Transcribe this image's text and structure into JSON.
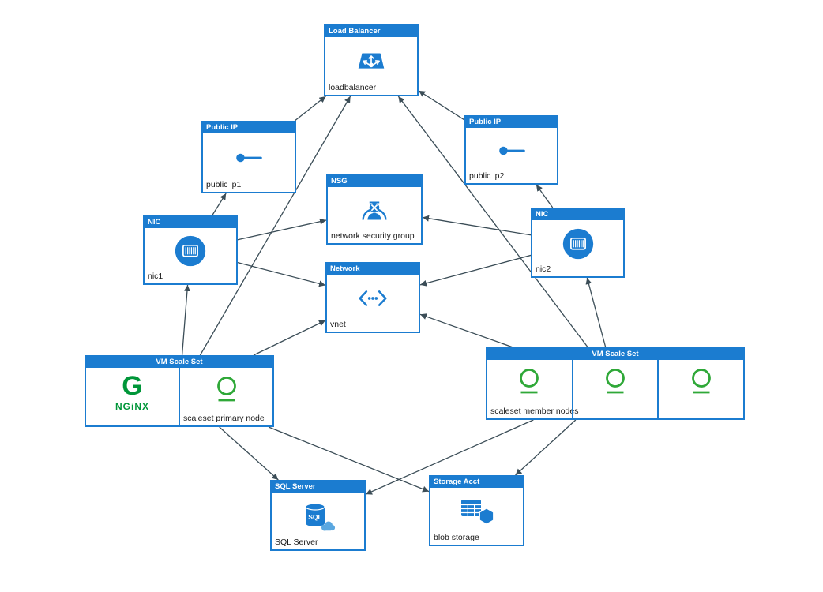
{
  "diagram": {
    "colors": {
      "accent": "#1b7cd0",
      "vm_green": "#2fa838",
      "nginx_green": "#009639",
      "edge": "#3b4d57"
    },
    "nodes": [
      {
        "id": "loadbalancer",
        "type": "Load Balancer",
        "label": "loadbalancer",
        "icon": "load-balancer-icon"
      },
      {
        "id": "publicip1",
        "type": "Public IP",
        "label": "public ip1",
        "icon": "public-ip-icon"
      },
      {
        "id": "publicip2",
        "type": "Public IP",
        "label": "public ip2",
        "icon": "public-ip-icon"
      },
      {
        "id": "nsg",
        "type": "NSG",
        "label": "network security group",
        "icon": "security-person-icon"
      },
      {
        "id": "nic1",
        "type": "NIC",
        "label": "nic1",
        "icon": "nic-icon"
      },
      {
        "id": "nic2",
        "type": "NIC",
        "label": "nic2",
        "icon": "nic-icon"
      },
      {
        "id": "vnet",
        "type": "Network",
        "label": "vnet",
        "icon": "network-icon"
      },
      {
        "id": "vmss1",
        "type": "VM Scale Set",
        "label": "scaleset primary node",
        "icon": "vm-node-icon",
        "nginx": {
          "glyph": "G",
          "wordmark": "NGiNX"
        }
      },
      {
        "id": "vmss2",
        "type": "VM Scale Set",
        "label": "scaleset member nodes",
        "icon": "vm-node-icon",
        "member_count": 3
      },
      {
        "id": "sql",
        "type": "SQL Server",
        "label": "SQL Server",
        "icon": "sql-server-icon",
        "icon_text": "SQL"
      },
      {
        "id": "storage",
        "type": "Storage Acct",
        "label": "blob storage",
        "icon": "storage-icon"
      }
    ],
    "edges": [
      {
        "from": "publicip1",
        "to": "loadbalancer"
      },
      {
        "from": "publicip2",
        "to": "loadbalancer"
      },
      {
        "from": "vmss1",
        "to": "loadbalancer"
      },
      {
        "from": "vmss2",
        "to": "loadbalancer"
      },
      {
        "from": "nic1",
        "to": "publicip1"
      },
      {
        "from": "nic2",
        "to": "publicip2"
      },
      {
        "from": "nic1",
        "to": "nsg"
      },
      {
        "from": "nic2",
        "to": "nsg"
      },
      {
        "from": "nic1",
        "to": "vnet"
      },
      {
        "from": "nic2",
        "to": "vnet"
      },
      {
        "from": "vmss1",
        "to": "nic1"
      },
      {
        "from": "vmss2",
        "to": "nic2"
      },
      {
        "from": "vmss1",
        "to": "vnet"
      },
      {
        "from": "vmss2",
        "to": "vnet"
      },
      {
        "from": "vmss1",
        "to": "sql"
      },
      {
        "from": "vmss1",
        "to": "storage"
      },
      {
        "from": "vmss2",
        "to": "sql"
      },
      {
        "from": "vmss2",
        "to": "storage"
      }
    ]
  }
}
